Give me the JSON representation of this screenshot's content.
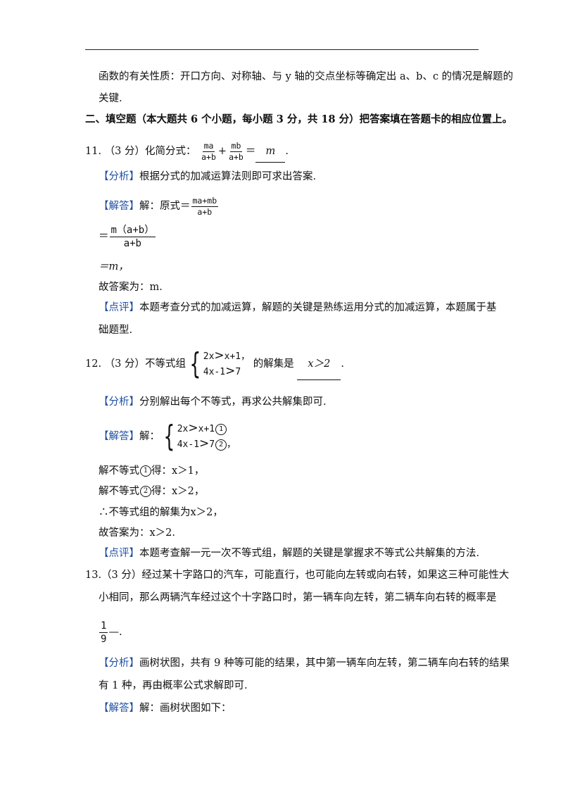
{
  "top": {
    "line1": "函数的有关性质：开口方向、对称轴、与 y 轴的交点坐标等确定出 a、b、c 的情况是解题的",
    "line2": "关键."
  },
  "section": {
    "heading": "二、填空题（本大题共 6 个小题，每小题 3 分，共 18 分）把答案填在答题卡的相应位置上。"
  },
  "q11": {
    "number": "11.",
    "score": "（3 分）化简分式：",
    "frac1_num": "ma",
    "frac1_den": "a+b",
    "plus": "+",
    "frac2_num": "mb",
    "frac2_den": "a+b",
    "equals": "＝",
    "answer": "m",
    "period": ".",
    "analysis_tag": "【分析】",
    "analysis": "根据分式的加减运算法则即可求出答案.",
    "solution_tag": "【解答】",
    "solution_intro": "解：原式＝",
    "step1_num": "ma+mb",
    "step1_den": "a+b",
    "step2_eq": "＝",
    "step2_num": "m（a+b）",
    "step2_den": "a+b",
    "step3": "＝m，",
    "final": "故答案为：m.",
    "comment_tag": "【点评】",
    "comment_line1": "本题考查分式的加减运算，解题的关键是熟练运用分式的加减运算，本题属于基",
    "comment_line2": "础题型."
  },
  "q12": {
    "number": "12.",
    "score": "（3 分）不等式组",
    "ineq1_lhs": "2x",
    "ineq1_rhs": "x+1，",
    "ineq2_lhs": "4x-1",
    "ineq2_rhs": "7",
    "gt": ">",
    "suffix": " 的解集是 ",
    "answer": "x＞2",
    "period": ".",
    "analysis_tag": "【分析】",
    "analysis": "分别解出每个不等式，再求公共解集即可.",
    "solution_tag": "【解答】",
    "solution_intro": "解：",
    "sol_ineq1_rhs": "x+1",
    "sol_ineq2_rhs": "7",
    "circ1": "1",
    "circ2": "2",
    "sol_comma": "，",
    "step1_pre": "解不等式",
    "step1_post": "得：x＞1，",
    "step2_pre": "解不等式",
    "step2_post": "得：x＞2，",
    "step3": "∴不等式组的解集为x＞2，",
    "final": "故答案为：x＞2.",
    "comment_tag": "【点评】",
    "comment": "本题考查解一元一次不等式组，解题的关键是掌握求不等式公共解集的方法."
  },
  "q13": {
    "line1": "13.（3 分）经过某十字路口的汽车，可能直行，也可能向左转或向右转，如果这三种可能性大",
    "line2": "小相同，那么两辆汽车经过这个十字路口时，第一辆车向左转，第二辆车向右转的概率是",
    "ans_num": "1",
    "ans_den": "9",
    "ans_tail": "—.",
    "analysis_tag": "【分析】",
    "analysis_line1": "画树状图，共有 9 种等可能的结果，其中第一辆车向左转，第二辆车向右转的结果",
    "analysis_line2": "有 1 种，再由概率公式求解即可.",
    "solution_tag": "【解答】",
    "solution": "解：画树状图如下："
  }
}
